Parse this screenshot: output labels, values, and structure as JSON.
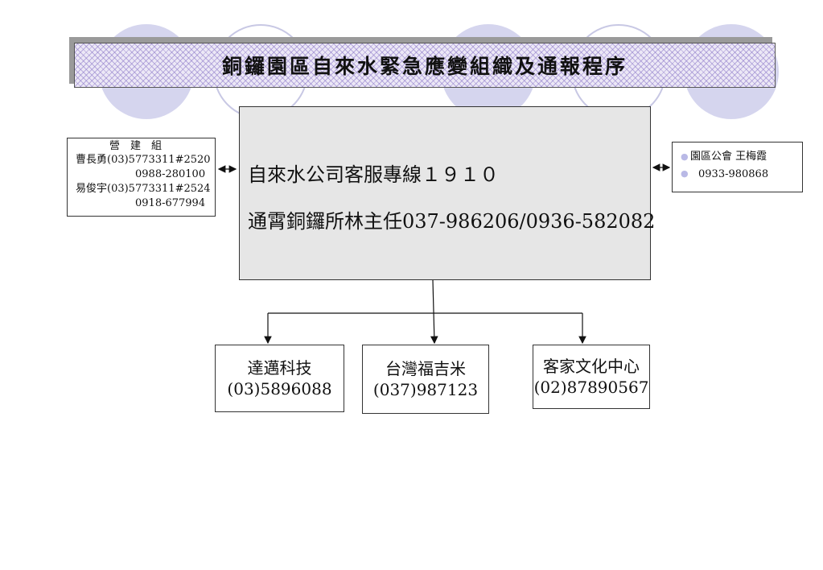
{
  "title": "銅鑼園區自來水緊急應變組織及通報程序",
  "center": {
    "line1": "自來水公司客服專線１９１０",
    "line2": "通霄銅鑼所林主任037-986206/0936-582082"
  },
  "left": {
    "heading": "營　建　組",
    "lines": [
      "曹長勇(03)5773311#2520",
      "0988-280100",
      "易俊宇(03)5773311#2524",
      "0918-677994"
    ]
  },
  "right": {
    "line1": "園區公會 王梅霞",
    "line2": "0933-980868"
  },
  "bottom": [
    {
      "name": "達邁科技",
      "phone": "(03)5896088"
    },
    {
      "name": "台灣福吉米",
      "phone": "(037)987123"
    },
    {
      "name": "客家文化中心",
      "phone": "(02)87890567"
    }
  ],
  "colors": {
    "decor": "#d5d5ee",
    "center_fill": "#e6e6e6",
    "bullet": "#b9b9e6"
  }
}
